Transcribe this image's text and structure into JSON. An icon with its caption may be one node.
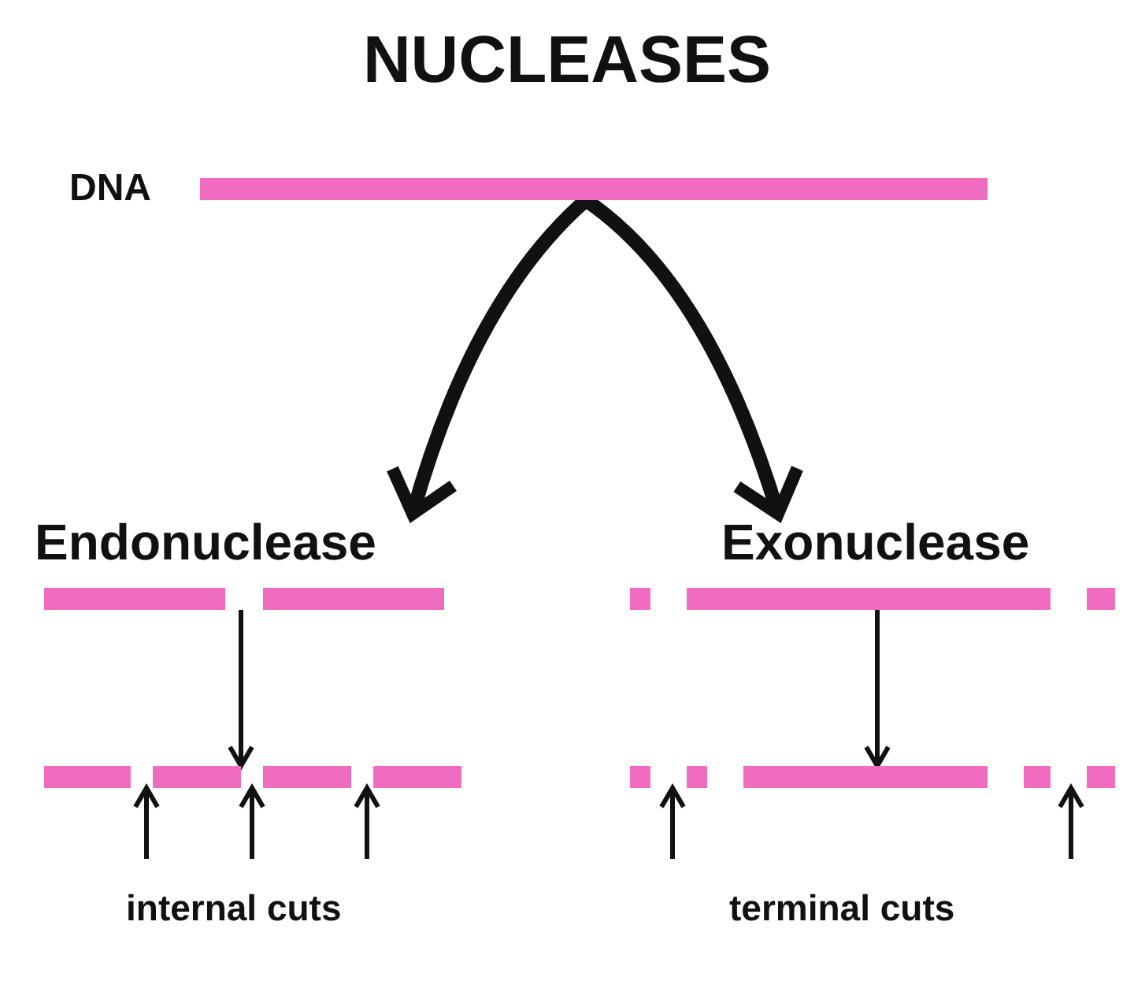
{
  "diagram": {
    "title": "NUCLEASES",
    "nodes": [
      {
        "text": [],
        "shape": "bar",
        "beside": [
          "DNA"
        ]
      },
      {
        "text": [
          "Endonuclease"
        ]
      },
      {
        "text": [
          "Exonuclease"
        ]
      },
      {
        "text": [],
        "shape": "bar"
      },
      {
        "text": [],
        "shape": "bar"
      },
      {
        "text": [],
        "shape": "bar"
      },
      {
        "text": [],
        "shape": "bar"
      }
    ],
    "edges": [
      {
        "from": 0,
        "to": 1,
        "arrow": "to",
        "style": "thick"
      },
      {
        "from": 0,
        "to": 2,
        "arrow": "to",
        "style": "thick"
      },
      {
        "from": 3,
        "to": 4,
        "arrow": "to"
      },
      {
        "from": 5,
        "to": 6,
        "arrow": "to"
      },
      {
        "from": null,
        "to": 4,
        "arrow": "to"
      },
      {
        "from": null,
        "to": 4,
        "arrow": "to"
      },
      {
        "from": null,
        "to": 4,
        "arrow": "to"
      },
      {
        "from": null,
        "to": 6,
        "arrow": "to"
      },
      {
        "from": null,
        "to": 6,
        "arrow": "to"
      }
    ],
    "labels": [
      "internal cuts",
      "terminal cuts"
    ]
  }
}
